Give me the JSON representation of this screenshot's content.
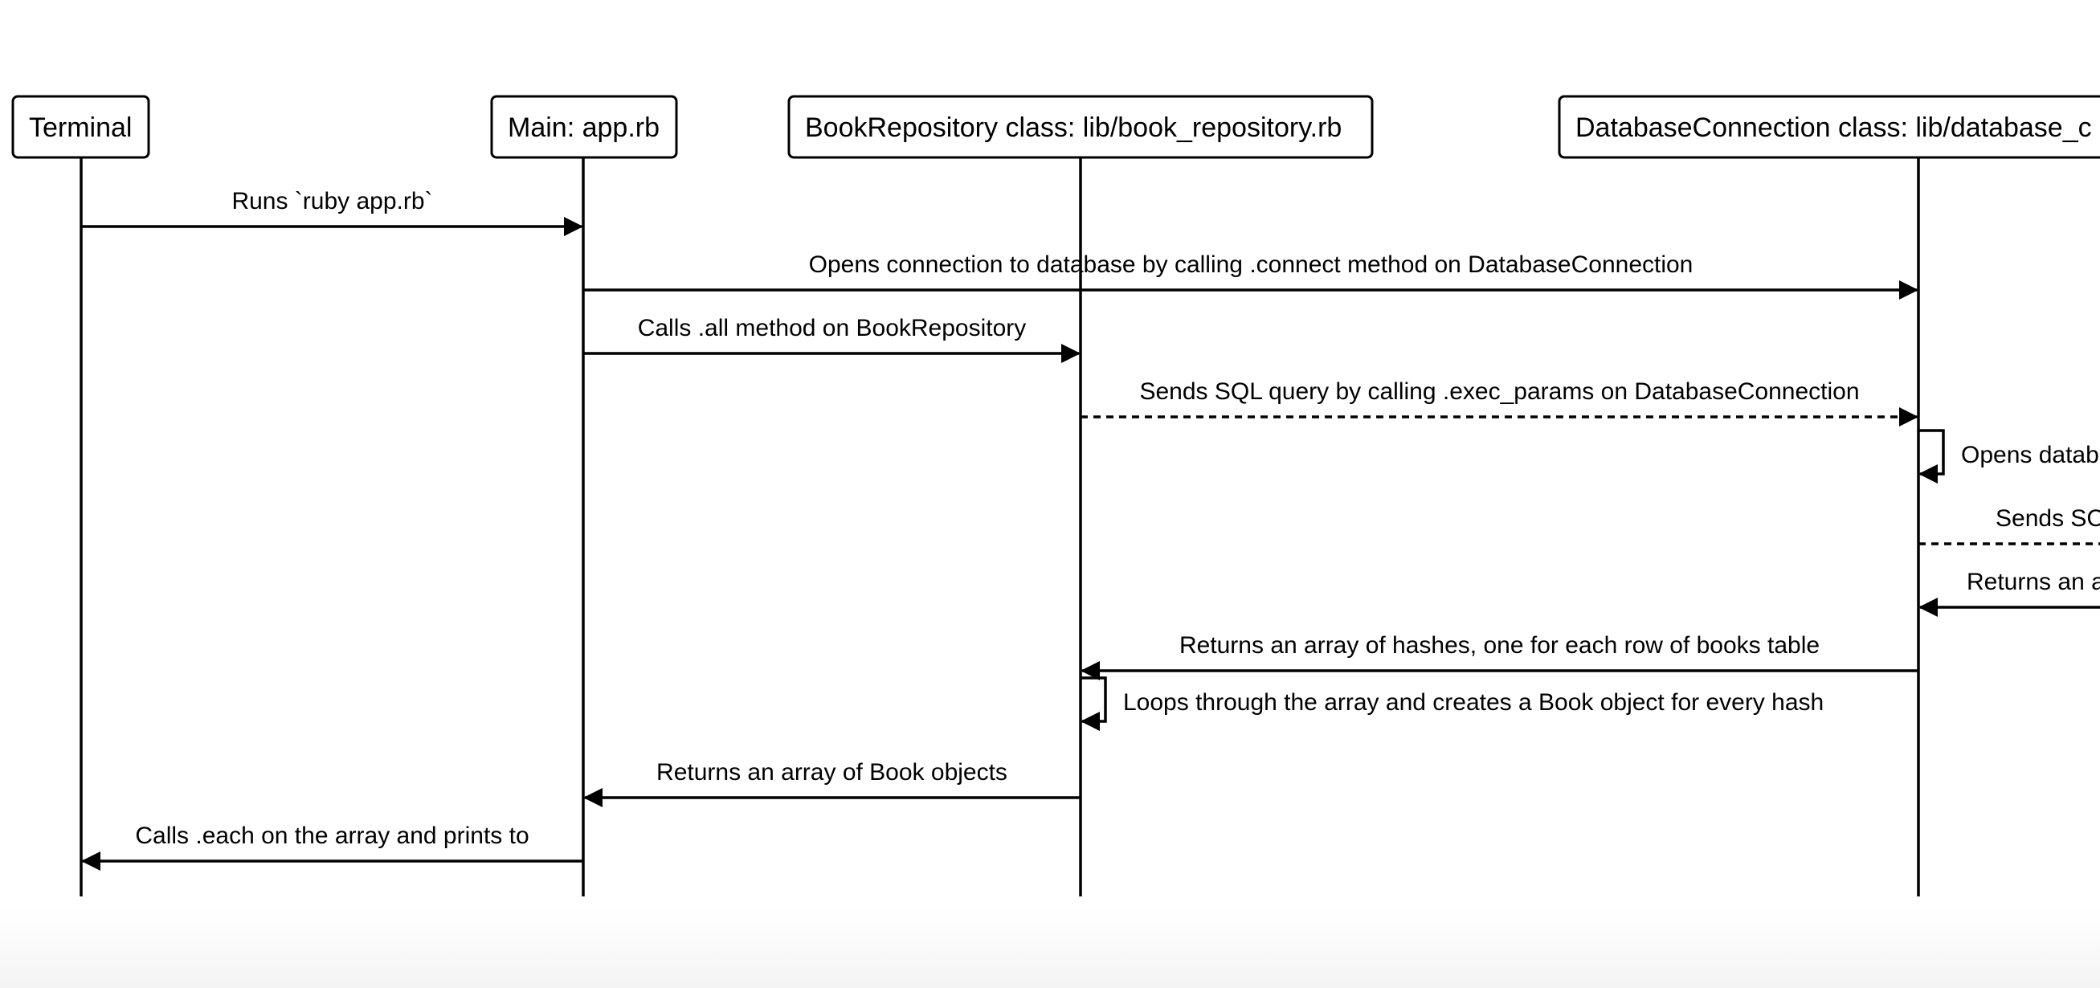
{
  "diagram": {
    "type": "sequence",
    "participants": [
      {
        "id": "terminal",
        "label": "Terminal"
      },
      {
        "id": "main",
        "label": "Main: app.rb"
      },
      {
        "id": "repo",
        "label": "BookRepository class: lib/book_repository.rb"
      },
      {
        "id": "db",
        "label": "DatabaseConnection class: lib/database_c"
      }
    ],
    "messages": [
      {
        "from": "terminal",
        "to": "main",
        "style": "solid",
        "label": "Runs `ruby app.rb`"
      },
      {
        "from": "main",
        "to": "db",
        "style": "solid",
        "label": "Opens connection to database by calling .connect method on DatabaseConnection"
      },
      {
        "from": "main",
        "to": "repo",
        "style": "solid",
        "label": "Calls .all method on BookRepository"
      },
      {
        "from": "repo",
        "to": "db",
        "style": "dashed",
        "label": "Sends SQL query by calling .exec_params on DatabaseConnection"
      },
      {
        "from": "db",
        "to": "db",
        "style": "self",
        "label": "Opens datab"
      },
      {
        "from": "db",
        "to": "offscreen",
        "style": "dashed",
        "label": "Sends SC"
      },
      {
        "from": "offscreen",
        "to": "db",
        "style": "solid",
        "label": "Returns an a"
      },
      {
        "from": "db",
        "to": "repo",
        "style": "solid",
        "label": "Returns an array of hashes, one for each row of books table"
      },
      {
        "from": "repo",
        "to": "repo",
        "style": "self",
        "label": "Loops through the array and creates a Book object for every hash"
      },
      {
        "from": "repo",
        "to": "main",
        "style": "solid",
        "label": "Returns an array of Book objects"
      },
      {
        "from": "main",
        "to": "terminal",
        "style": "solid",
        "label": "Calls .each on the array and prints to"
      }
    ]
  }
}
